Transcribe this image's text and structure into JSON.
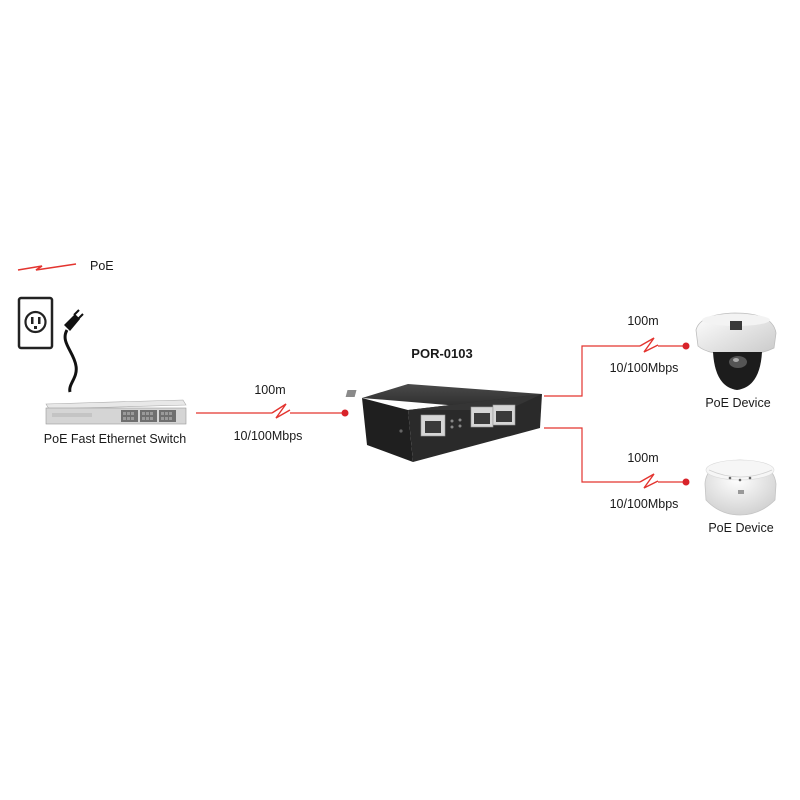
{
  "legend": {
    "label": "PoE"
  },
  "switch": {
    "label": "PoE Fast Ethernet Switch"
  },
  "uplink": {
    "distance": "100m",
    "speed": "10/100Mbps"
  },
  "splitter": {
    "model": "POR-0103"
  },
  "outputs": [
    {
      "distance": "100m",
      "speed": "10/100Mbps",
      "device_label": "PoE Device"
    },
    {
      "distance": "100m",
      "speed": "10/100Mbps",
      "device_label": "PoE Device"
    }
  ],
  "colors": {
    "poe_line": "#e3342f",
    "device_dark": "#2b2b2b",
    "dot": "#d8232a"
  },
  "icons": [
    "lightning-bolt-icon",
    "power-outlet-icon",
    "power-plug-icon",
    "network-switch-icon",
    "poe-extender-icon",
    "dome-camera-icon",
    "access-point-icon"
  ]
}
